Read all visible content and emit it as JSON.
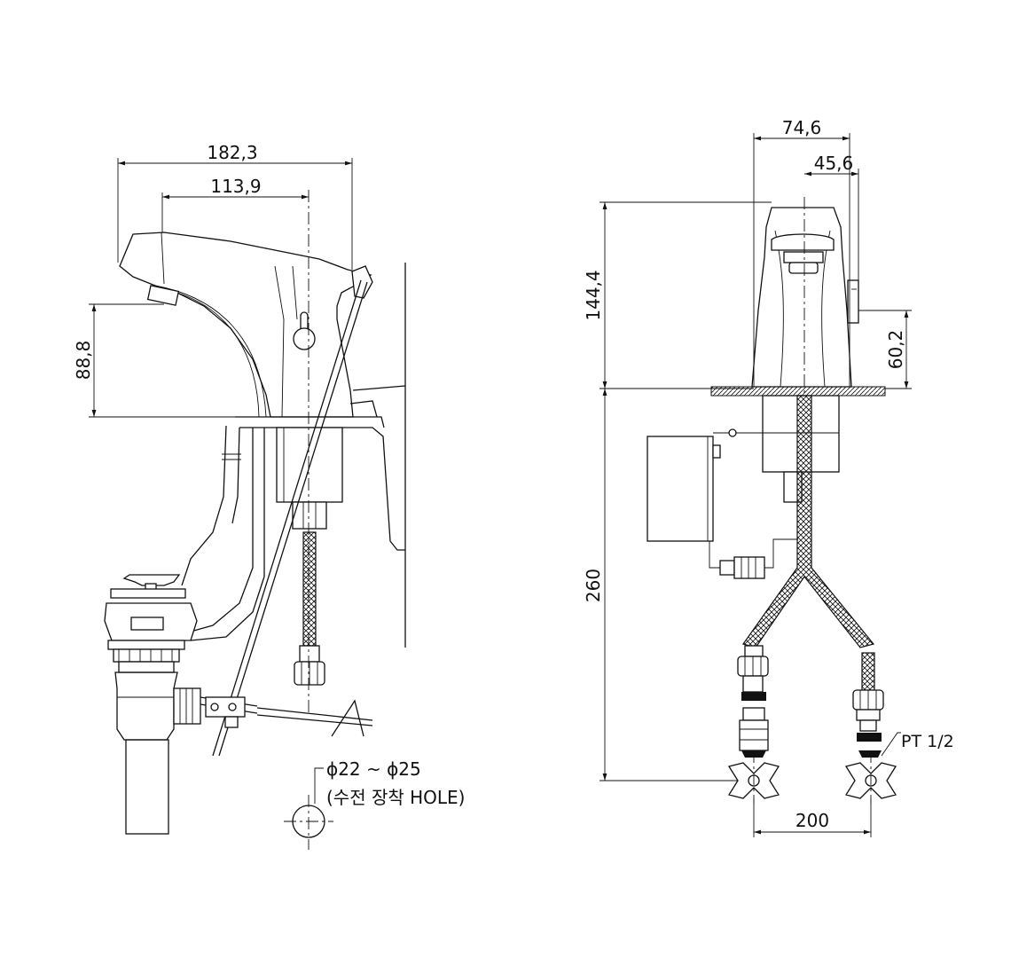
{
  "side_view": {
    "dim_overall_width": "182,3",
    "dim_spout_to_center": "113,9",
    "dim_spout_height": "88,8",
    "hole_spec": "ϕ22 ~ ϕ25",
    "hole_note": "(수전 장착 HOLE)"
  },
  "front_view": {
    "dim_body_width": "74,6",
    "dim_half_width": "45,6",
    "dim_body_height": "144,4",
    "dim_sensor_height": "60,2",
    "dim_hose_length": "260",
    "dim_valve_spacing": "200",
    "thread_spec": "PT 1/2"
  },
  "colors": {
    "line": "#111111",
    "background": "#ffffff"
  }
}
